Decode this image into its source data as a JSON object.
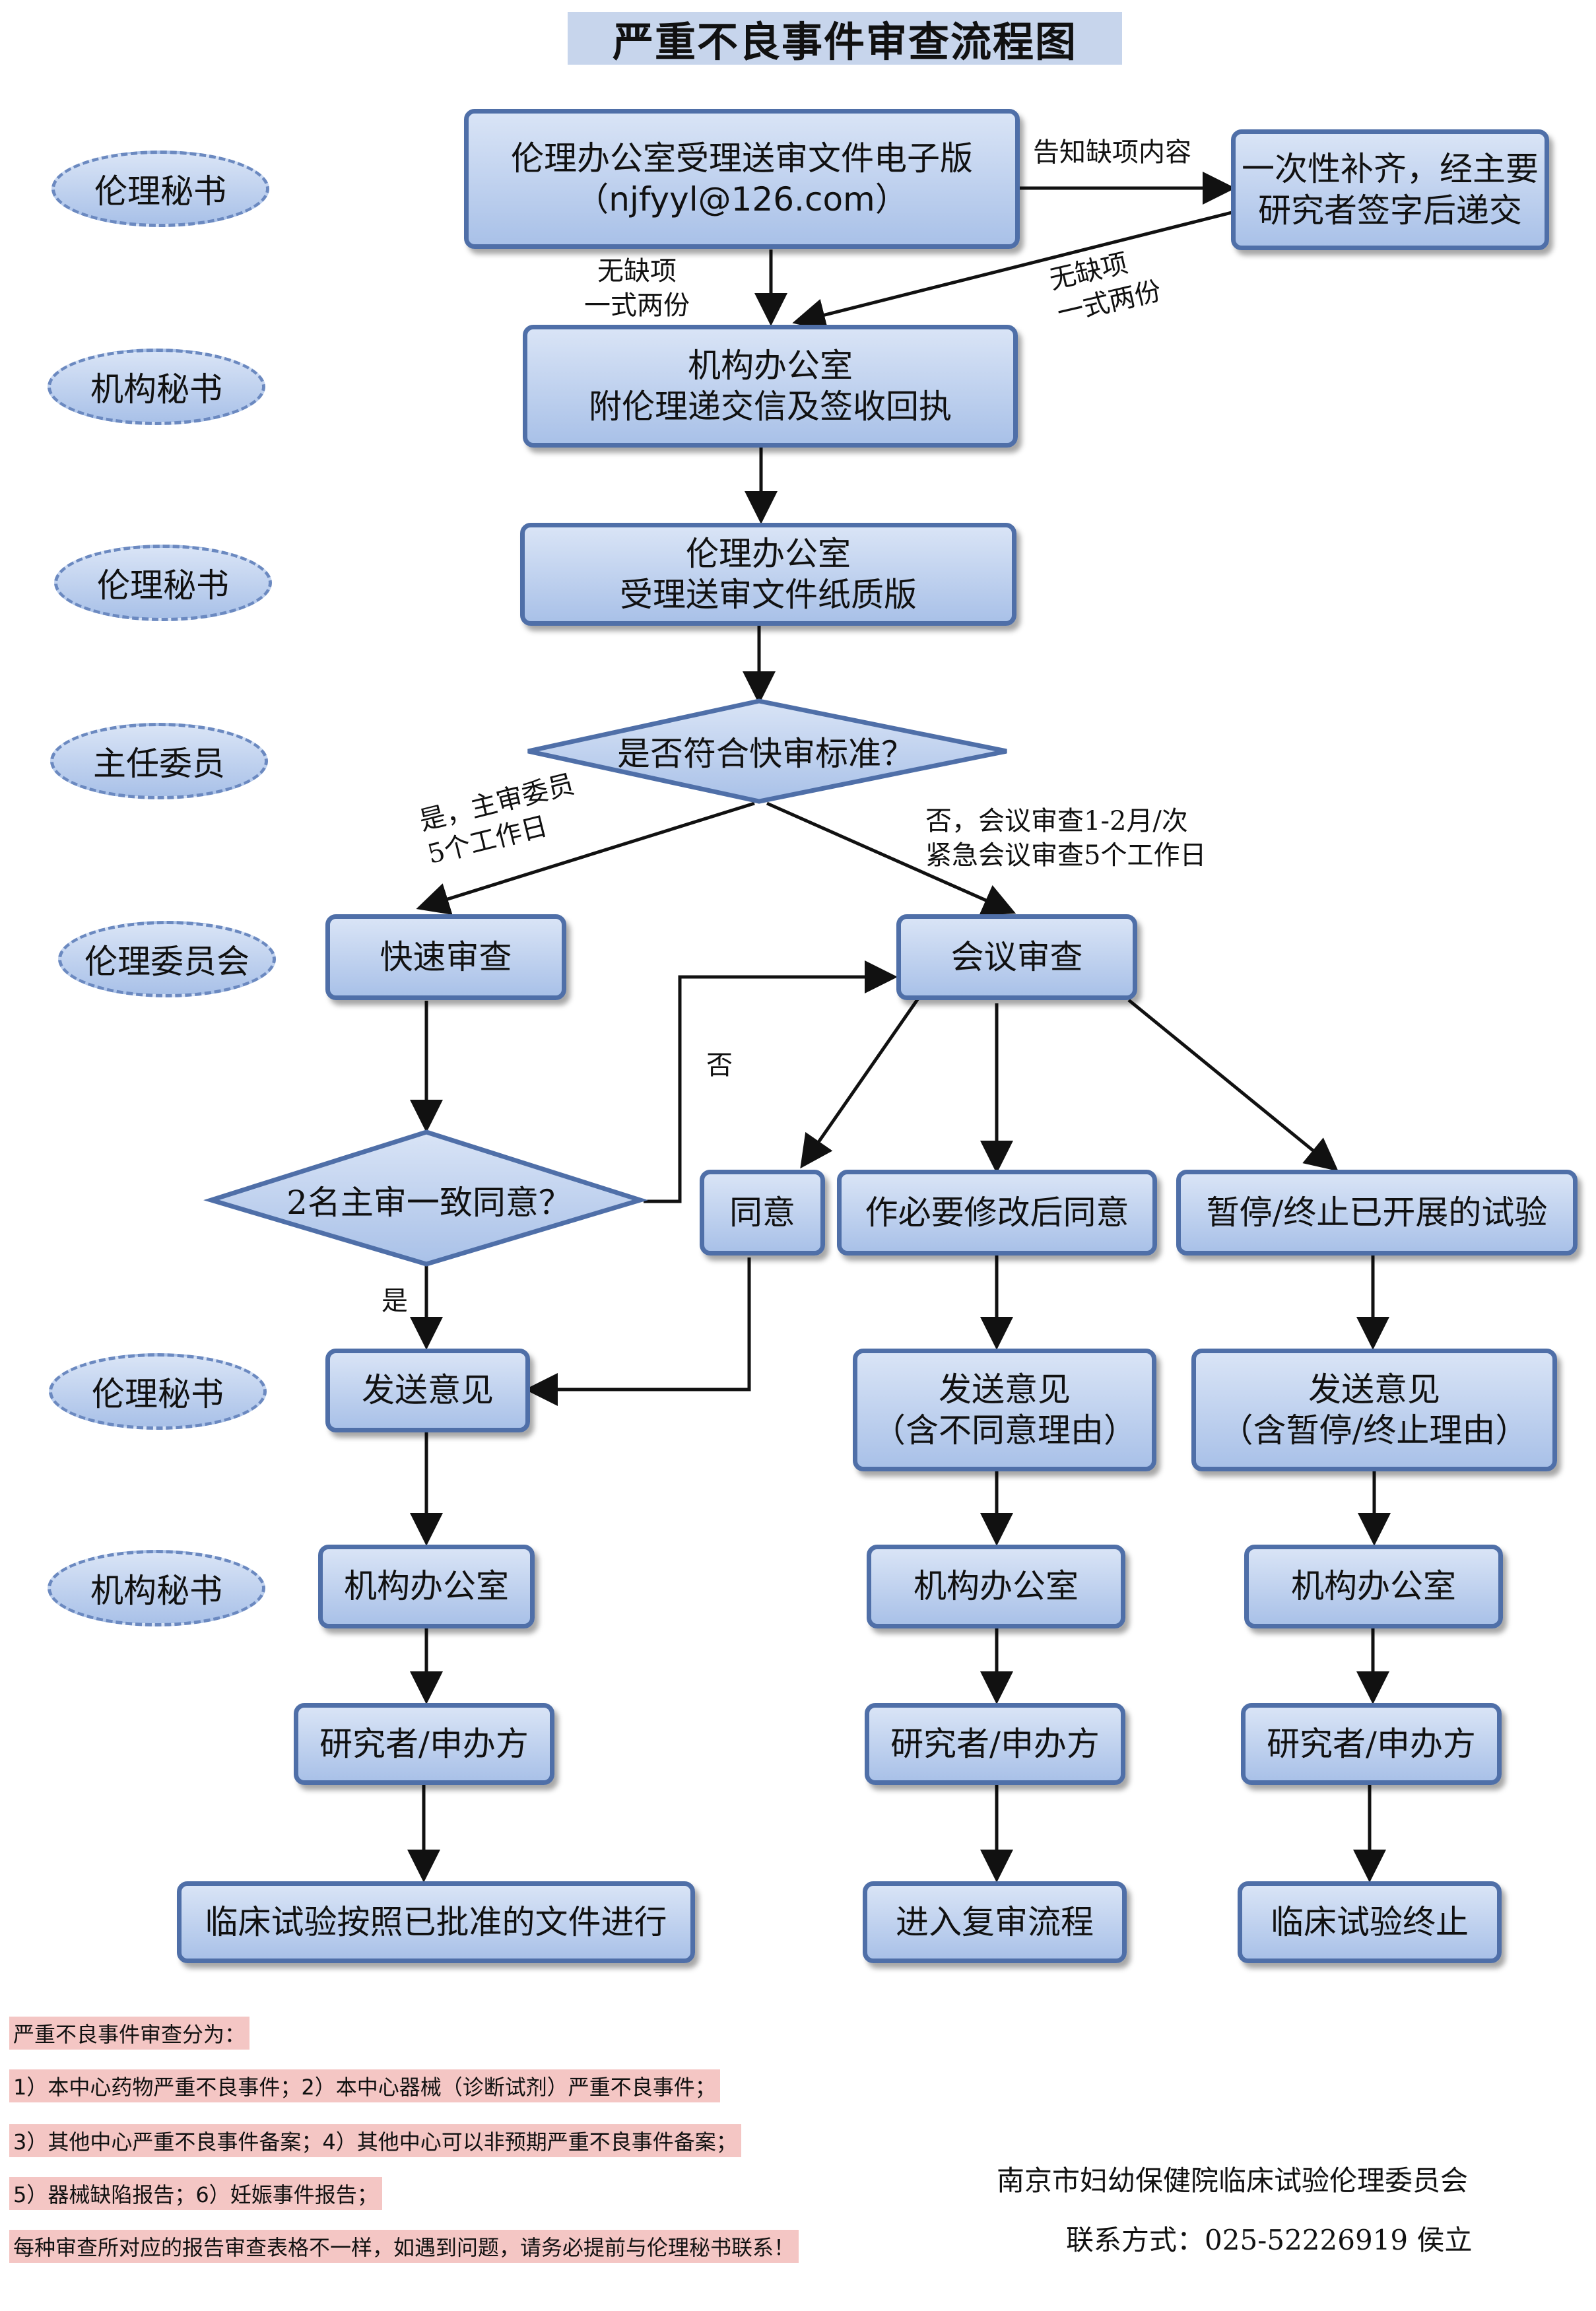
{
  "title": "严重不良事件审查流程图",
  "roles": [
    "伦理秘书",
    "机构秘书",
    "伦理秘书",
    "主任委员",
    "伦理委员会",
    "伦理秘书",
    "机构秘书"
  ],
  "boxes": {
    "submit_line1": "伦理办公室受理送审文件电子版",
    "submit_line2": "（njfyyl@126.com）",
    "supplement_line1": "一次性补齐，经主要",
    "supplement_line2": "研究者签字后递交",
    "inst_office_line1": "机构办公室",
    "inst_office_line2": "附伦理递交信及签收回执",
    "ethics_paper_line1": "伦理办公室",
    "ethics_paper_line2": "受理送审文件纸质版",
    "fast_review": "快速审查",
    "meeting_review": "会议审查",
    "agree": "同意",
    "modify_agree": "作必要修改后同意",
    "suspend": "暂停/终止已开展的试验",
    "send_opinion_left": "发送意见",
    "send_opinion_mid_line1": "发送意见",
    "send_opinion_mid_line2": "（含不同意理由）",
    "send_opinion_right_line1": "发送意见",
    "send_opinion_right_line2": "（含暂停/终止理由）",
    "inst_office_left": "机构办公室",
    "inst_office_mid": "机构办公室",
    "inst_office_right": "机构办公室",
    "researcher_left": "研究者/申办方",
    "researcher_mid": "研究者/申办方",
    "researcher_right": "研究者/申办方",
    "proceed": "临床试验按照已批准的文件进行",
    "re_review": "进入复审流程",
    "terminate": "临床试验终止"
  },
  "diamonds": {
    "fast_criteria": "是否符合快审标准？",
    "two_agree": "2名主审一致同意？"
  },
  "edge_labels": {
    "notify_missing": "告知缺项内容",
    "no_missing_1_line1": "无缺项",
    "no_missing_1_line2": "一式两份",
    "no_missing_2_line1": "无缺项",
    "no_missing_2_line2": "一式两份",
    "yes_fast_line1": "是，主审委员",
    "yes_fast_line2": "5个工作日",
    "no_meeting_line1": "否，会议审查1-2月/次",
    "no_meeting_line2": "紧急会议审查5个工作日",
    "no": "否",
    "yes": "是"
  },
  "notes": [
    "严重不良事件审查分为：",
    "1）本中心药物严重不良事件；2）本中心器械（诊断试剂）严重不良事件；",
    "3）其他中心严重不良事件备案；4）其他中心可以非预期严重不良事件备案；",
    "5）器械缺陷报告；6）妊娠事件报告；",
    "每种审查所对应的报告审查表格不一样，如遇到问题，请务必提前与伦理秘书联系！"
  ],
  "footer": {
    "org": "南京市妇幼保健院临床试验伦理委员会",
    "contact": "联系方式：025-52226919 侯立"
  },
  "colors": {
    "box_border": "#4f6fa8",
    "box_fill_top": "#d9e4f6",
    "box_fill_bottom": "#a9c1e8",
    "title_bg": "#c7d5ec",
    "note_bg": "#f4c6c4"
  }
}
